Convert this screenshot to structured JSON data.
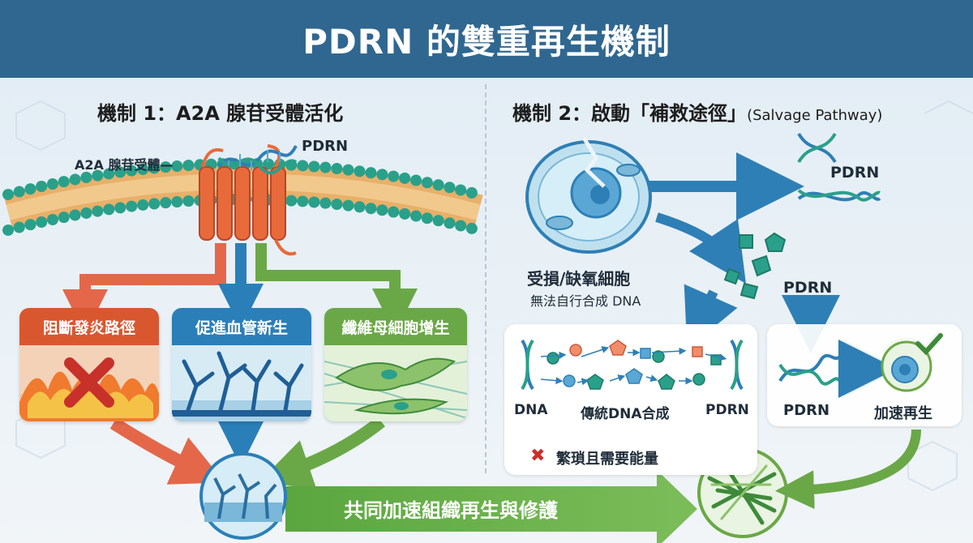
{
  "title": "PDRN 的雙重再生機制",
  "mechanism1": {
    "heading": "機制 1：A2A 腺苷受體活化",
    "receptor_label": "A2A 腺苷受體—",
    "pdrn_label": "PDRN",
    "cards": [
      {
        "label": "阻斷發炎路徑",
        "color": "#d9572f"
      },
      {
        "label": "促進血管新生",
        "color": "#2a7fb8"
      },
      {
        "label": "纖維母細胞增生",
        "color": "#6aa847"
      }
    ]
  },
  "mechanism2": {
    "heading": "機制 2：啟動「補救途徑」",
    "heading_en": "(Salvage Pathway)",
    "pdrn_top": "PDRN",
    "cell_label": "受損/缺氧細胞",
    "cell_sublabel": "無法自行合成 DNA",
    "pdrn_mid": "PDRN",
    "pathway_labels": [
      "DNA",
      "傳統DNA合成",
      "PDRN"
    ],
    "warning": "繁瑣且需要能量",
    "regen_labels": [
      "PDRN",
      "加速再生"
    ]
  },
  "bottom_banner": "共同加速組織再生與修護",
  "colors": {
    "banner": "#2f6790",
    "membrane_head": "#2aa08a",
    "membrane_tail": "#e8b06a",
    "receptor": "#e86a3a",
    "inflammation": "#e4674a",
    "vessel": "#2a7fb8",
    "fibro": "#6aa847",
    "dna_blue": "#2e7fb6",
    "dna_teal": "#2aa08a"
  }
}
